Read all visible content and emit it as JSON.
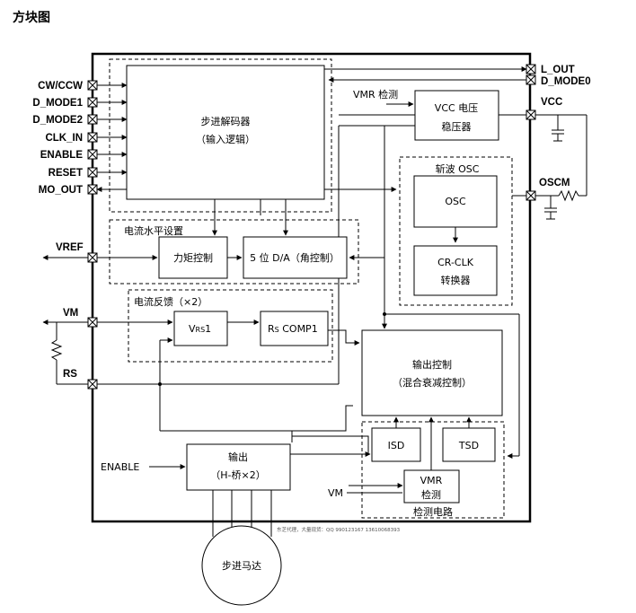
{
  "heading": "方块图",
  "pins_left": {
    "cw_ccw": "CW/CCW",
    "d_mode1": "D_MODE1",
    "d_mode2": "D_MODE2",
    "clk_in": "CLK_IN",
    "enable": "ENABLE",
    "reset": "RESET",
    "mo_out": "MO_OUT",
    "vref": "VREF",
    "vm": "VM",
    "rs": "RS"
  },
  "pins_right": {
    "l_out": "L_OUT",
    "d_mode0": "D_MODE0",
    "vcc": "VCC",
    "oscm": "OSCM"
  },
  "blocks": {
    "decoder": {
      "line1": "步进解码器",
      "line2": "（输入逻辑）"
    },
    "vcc_reg": {
      "line1": "VCC 电压",
      "line2": "稳压器"
    },
    "vmr_detect_label": "VMR 检测",
    "osc_group": "斩波 OSC",
    "osc": "OSC",
    "crclk": {
      "line1": "CR-CLK",
      "line2": "转换器"
    },
    "current_level": "电流水平设置",
    "torque": "力矩控制",
    "dac": "5 位 D/A（角控制）",
    "current_feedback": "电流反馈（×2）",
    "vrs1": {
      "main": "V",
      "sub": "RS",
      "num": "1"
    },
    "rscomp": {
      "main": "R",
      "sub": "S",
      "rest": " COMP1"
    },
    "output_ctrl": {
      "line1": "输出控制",
      "line2": "（混合衰减控制）"
    },
    "isd": "ISD",
    "tsd": "TSD",
    "vmr": {
      "line1": "VMR",
      "line2": "检测"
    },
    "detect_circuit": "检测电路",
    "output": {
      "line1": "输出",
      "line2": "（H-桥×2）"
    },
    "enable_in": "ENABLE",
    "vm_in": "VM",
    "motor": "步进马达"
  },
  "watermark": "东芝代理，大量现货：QQ 990123167 13610068393"
}
